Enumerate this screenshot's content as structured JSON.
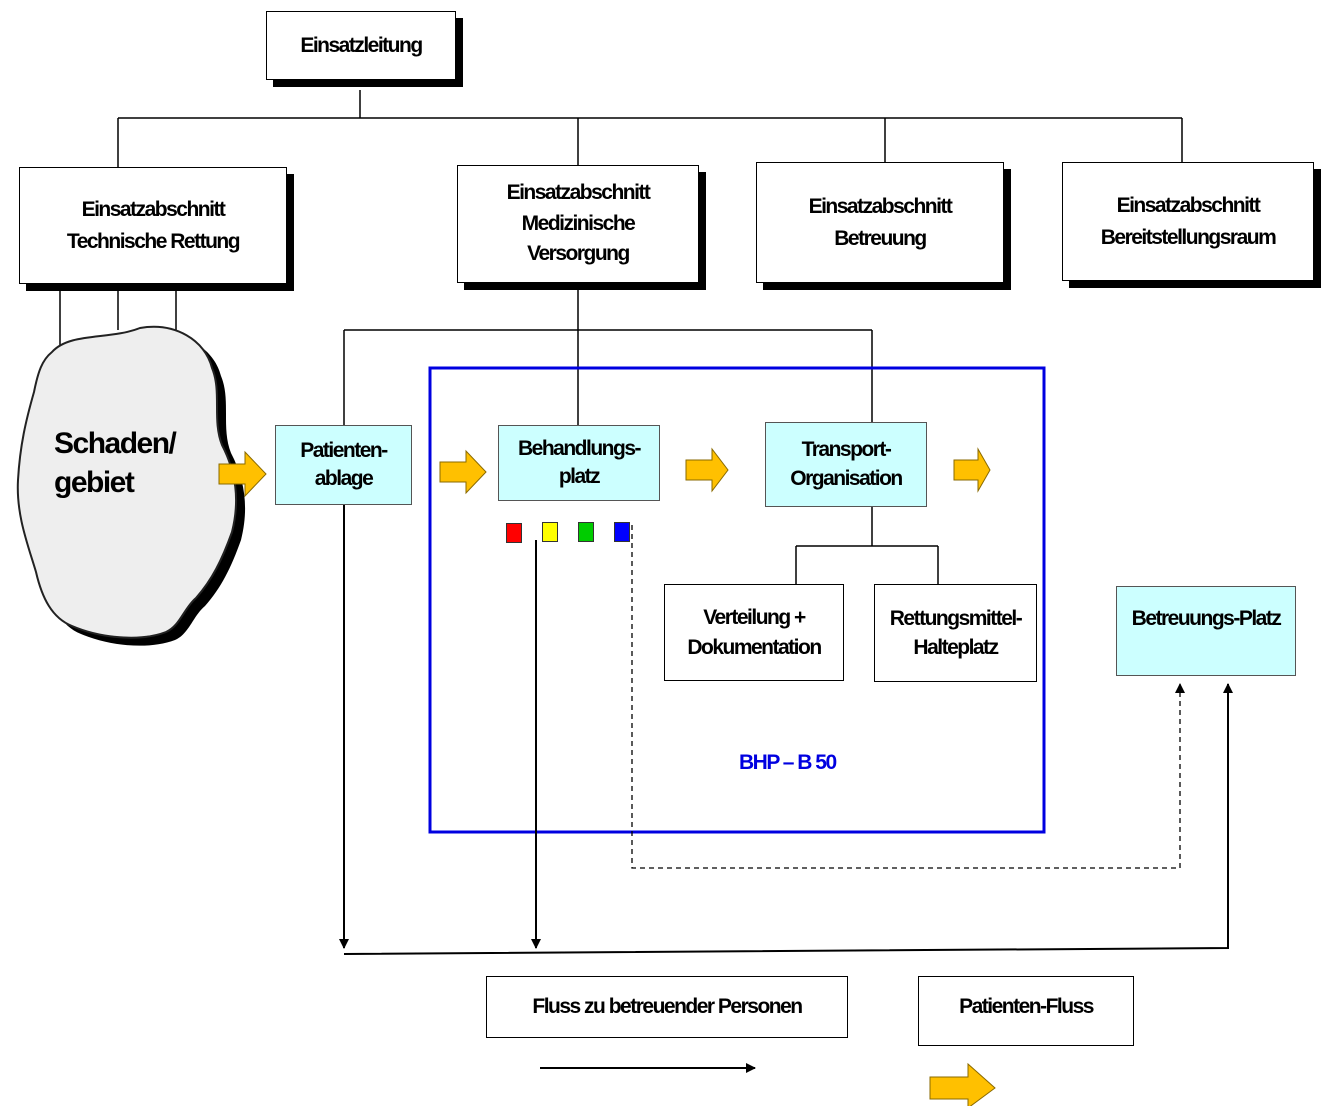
{
  "colors": {
    "frame_blue": "#0000e0",
    "process_fill": "#ccffff",
    "arrow_yellow": "#ffc000",
    "triage": [
      "#ff0000",
      "#ffff00",
      "#00cc00",
      "#0000ff"
    ]
  },
  "boxes": {
    "einsatzleitung": "Einsatzleitung",
    "technische_rettung": [
      "Einsatzabschnitt",
      "Technische Rettung"
    ],
    "medizinische_versorgung": [
      "Einsatzabschnitt",
      "Medizinische",
      "Versorgung"
    ],
    "betreuung": [
      "Einsatzabschnitt",
      "Betreuung"
    ],
    "bereitstellungsraum": [
      "Einsatzabschnitt",
      "Bereitstellungsraum"
    ],
    "patientenablage": [
      "Patienten-",
      "ablage"
    ],
    "behandlungsplatz": [
      "Behandlungs-",
      "platz"
    ],
    "transport_organisation": [
      "Transport-",
      "Organisation"
    ],
    "verteilung": [
      "Verteilung +",
      "Dokumentation"
    ],
    "rettungsmittel": [
      "Rettungsmittel-",
      "Halteplatz"
    ],
    "betreuungsplatz": "Betreuungs-Platz"
  },
  "schadensgebiet": [
    "Schaden/",
    "gebiet"
  ],
  "frame_label": "BHP – B 50",
  "legend": {
    "person_flow": "Fluss zu betreuender Personen",
    "patient_flow": "Patienten-Fluss"
  }
}
